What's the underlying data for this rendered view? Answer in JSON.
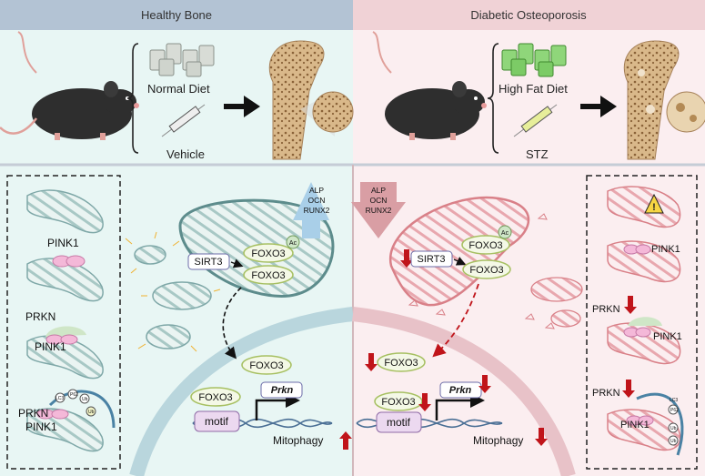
{
  "panels": {
    "left_header": "Healthy Bone",
    "right_header": "Diabetic Osteoporosis"
  },
  "healthy_top": {
    "diet_label": "Normal Diet",
    "treatment_label": "Vehicle"
  },
  "diabetic_top": {
    "diet_label": "High Fat Diet",
    "treatment_label": "STZ"
  },
  "proteins": {
    "pink1": "PINK1",
    "prkn": "PRKN",
    "sirt3": "SIRT3",
    "foxo3": "FOXO3",
    "ac": "Ac",
    "lc3": "LC3",
    "p62": "P62",
    "ub": "Ub"
  },
  "markers": [
    "ALP",
    "OCN",
    "RUNX2"
  ],
  "nucleus": {
    "motif": "motif",
    "gene": "Prkn",
    "outcome": "Mitophagy"
  },
  "colors": {
    "healthy_header_bg": "#b3c3d4",
    "healthy_bg": "#e8f6f4",
    "diabetic_header_bg": "#f0d2d6",
    "diabetic_bg": "#fbeef0",
    "arrow_red": "#c0141a",
    "healthy_mito": "#7fa8a8",
    "diabetic_mito": "#d98088"
  }
}
